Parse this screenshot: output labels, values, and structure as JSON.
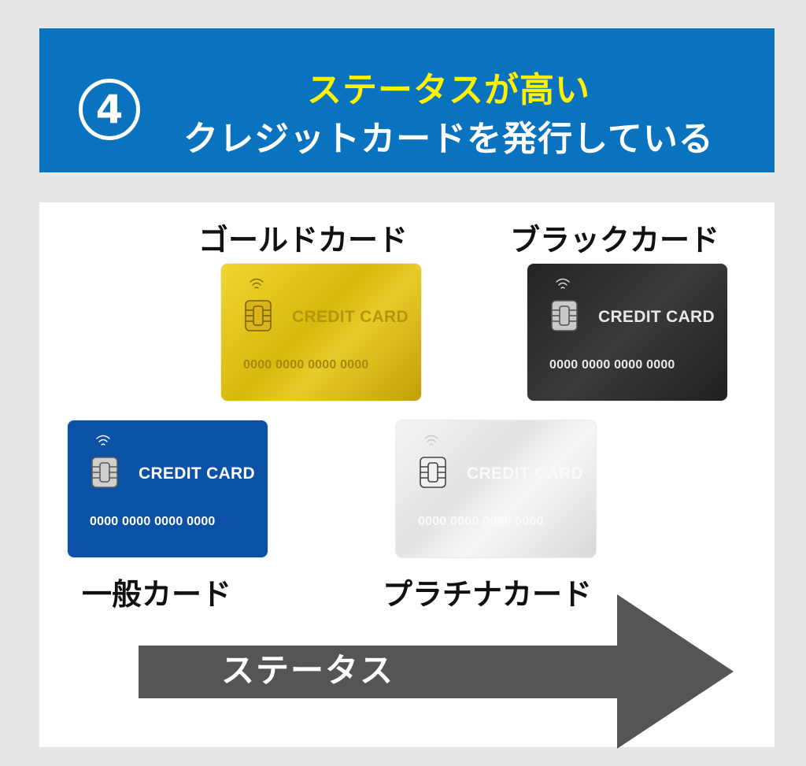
{
  "header": {
    "number": "4",
    "title_line1": "ステータスが高い",
    "title_line2": "クレジットカードを発行している",
    "colors": {
      "banner": "#0a73bf",
      "highlight": "#fff200"
    }
  },
  "cards": {
    "gold": {
      "label": "ゴールドカード",
      "brand": "CREDIT CARD",
      "number": "0000 0000 0000 0000",
      "color": "#e0c21a"
    },
    "black": {
      "label": "ブラックカード",
      "brand": "CREDIT CARD",
      "number": "0000 0000 0000 0000",
      "color": "#2a2a2a"
    },
    "general": {
      "label": "一般カード",
      "brand": "CREDIT CARD",
      "number": "0000 0000 0000 0000",
      "color": "#0b52a7"
    },
    "platinum": {
      "label": "プラチナカード",
      "brand": "CREDIT CARD",
      "number": "0000 0000 0000 0000",
      "color": "#e6e6e6"
    }
  },
  "arrow": {
    "label": "ステータス",
    "color": "#555555"
  },
  "icons": [
    "contactless-icon",
    "chip-icon"
  ]
}
